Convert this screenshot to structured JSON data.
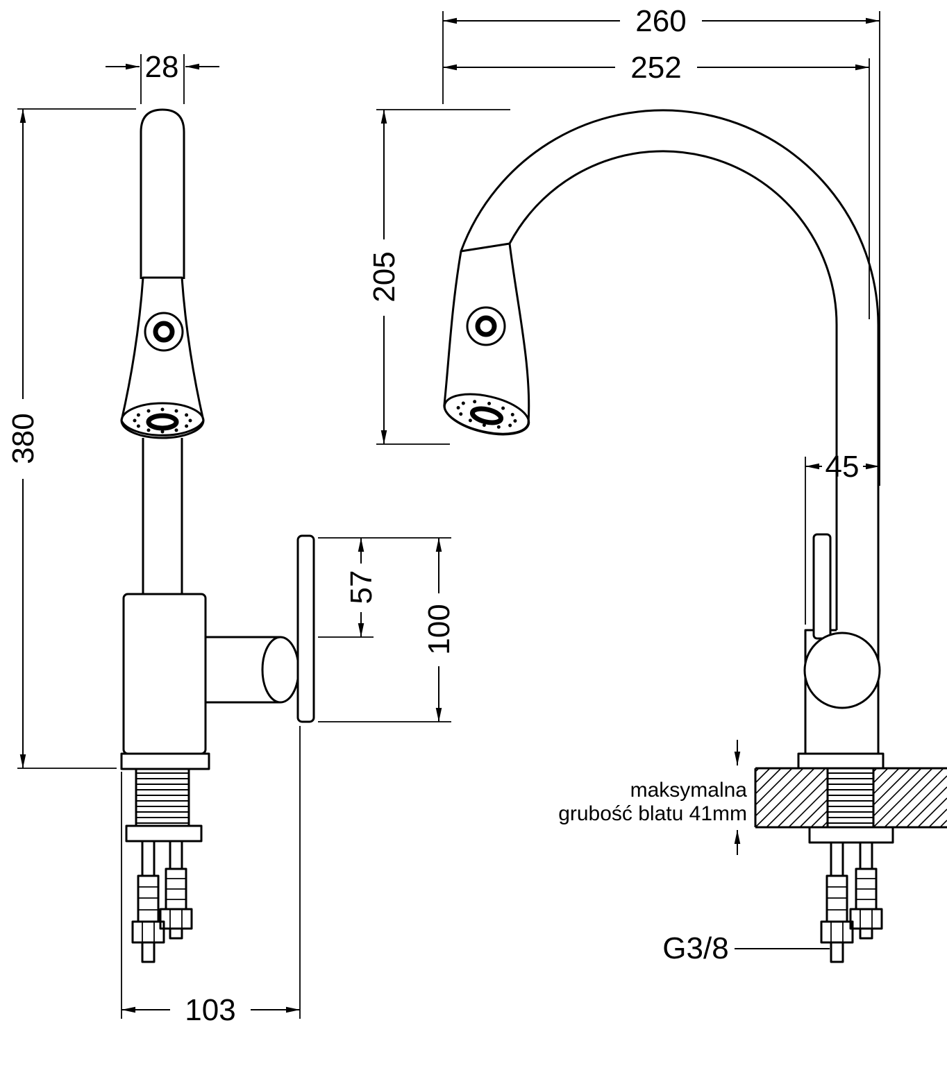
{
  "drawing": {
    "background": "#ffffff",
    "line_color": "#000000",
    "subject": "kitchen-faucet-dimension-drawing-two-views",
    "labels": {
      "front_spout_width": "28",
      "front_total_height": "380",
      "front_lever_height": "57",
      "front_lever_total_height": "100",
      "front_base_offset": "103",
      "side_total_depth": "260",
      "side_spout_reach": "252",
      "side_spout_height": "205",
      "side_body_depth": "45",
      "connection_thread": "G3/8",
      "counter_note_line1": "maksymalna",
      "counter_note_line2": "grubość blatu 41mm"
    }
  }
}
